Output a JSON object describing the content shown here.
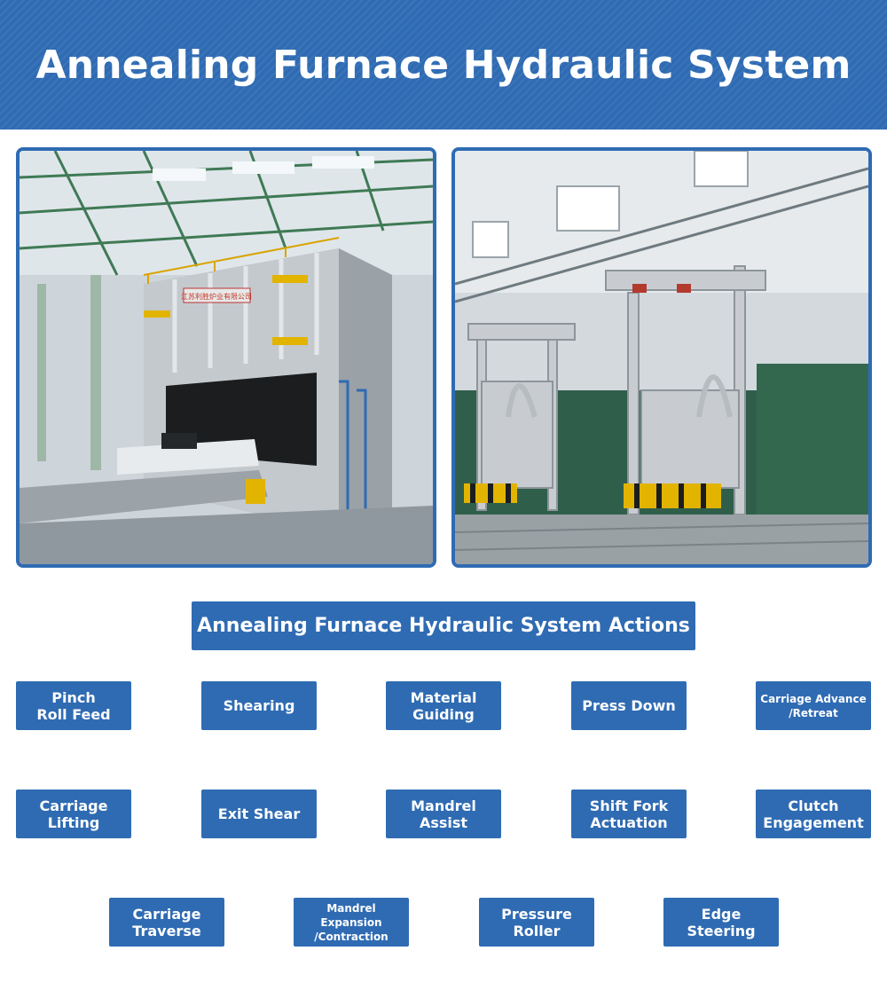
{
  "banner": {
    "title": "Annealing Furnace Hydraulic System"
  },
  "photos": {
    "left": {
      "sign_text": "江苏利胜炉业有限公司"
    }
  },
  "actions": {
    "title": "Annealing Furnace Hydraulic System Actions",
    "row1": [
      "Pinch\nRoll Feed",
      "Shearing",
      "Material\nGuiding",
      "Press Down",
      "Carriage Advance\n/Retreat"
    ],
    "row2": [
      "Carriage\nLifting",
      "Exit Shear",
      "Mandrel\nAssist",
      "Shift Fork\nActuation",
      "Clutch\nEngagement"
    ],
    "row3": [
      "Carriage\nTraverse",
      "Mandrel Expansion\n/Contraction",
      "Pressure\nRoller",
      "Edge Steering"
    ]
  },
  "colors": {
    "brand_blue": "#2f6bb3"
  }
}
